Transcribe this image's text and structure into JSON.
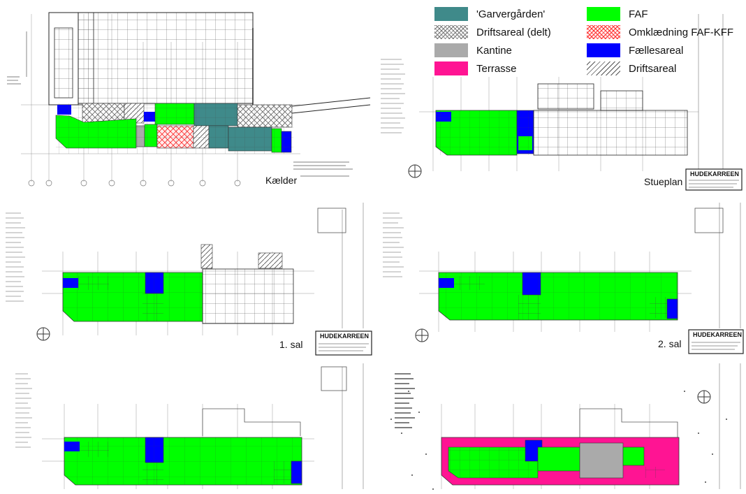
{
  "legend": [
    {
      "label": "'Garvergården'",
      "color": "#3f8a8a",
      "pattern": "solid"
    },
    {
      "label": "FAF",
      "color": "#00ff00",
      "pattern": "solid"
    },
    {
      "label": "Driftsareal (delt)",
      "color": "#bbbbbb",
      "pattern": "crosshatch"
    },
    {
      "label": "Omklædning FAF-KFF",
      "color": "#ff4444",
      "pattern": "red-crosshatch"
    },
    {
      "label": "Kantine",
      "color": "#aaaaaa",
      "pattern": "solid"
    },
    {
      "label": "Fællesareal",
      "color": "#0000ff",
      "pattern": "solid"
    },
    {
      "label": "Terrasse",
      "color": "#ff1493",
      "pattern": "solid"
    },
    {
      "label": "Driftsareal",
      "color": "#777777",
      "pattern": "diagonal"
    }
  ],
  "floors": {
    "basement": "Kælder",
    "ground": "Stueplan",
    "first": "1. sal",
    "second": "2. sal"
  },
  "title_block": {
    "name": "HUDEKARREEN"
  }
}
